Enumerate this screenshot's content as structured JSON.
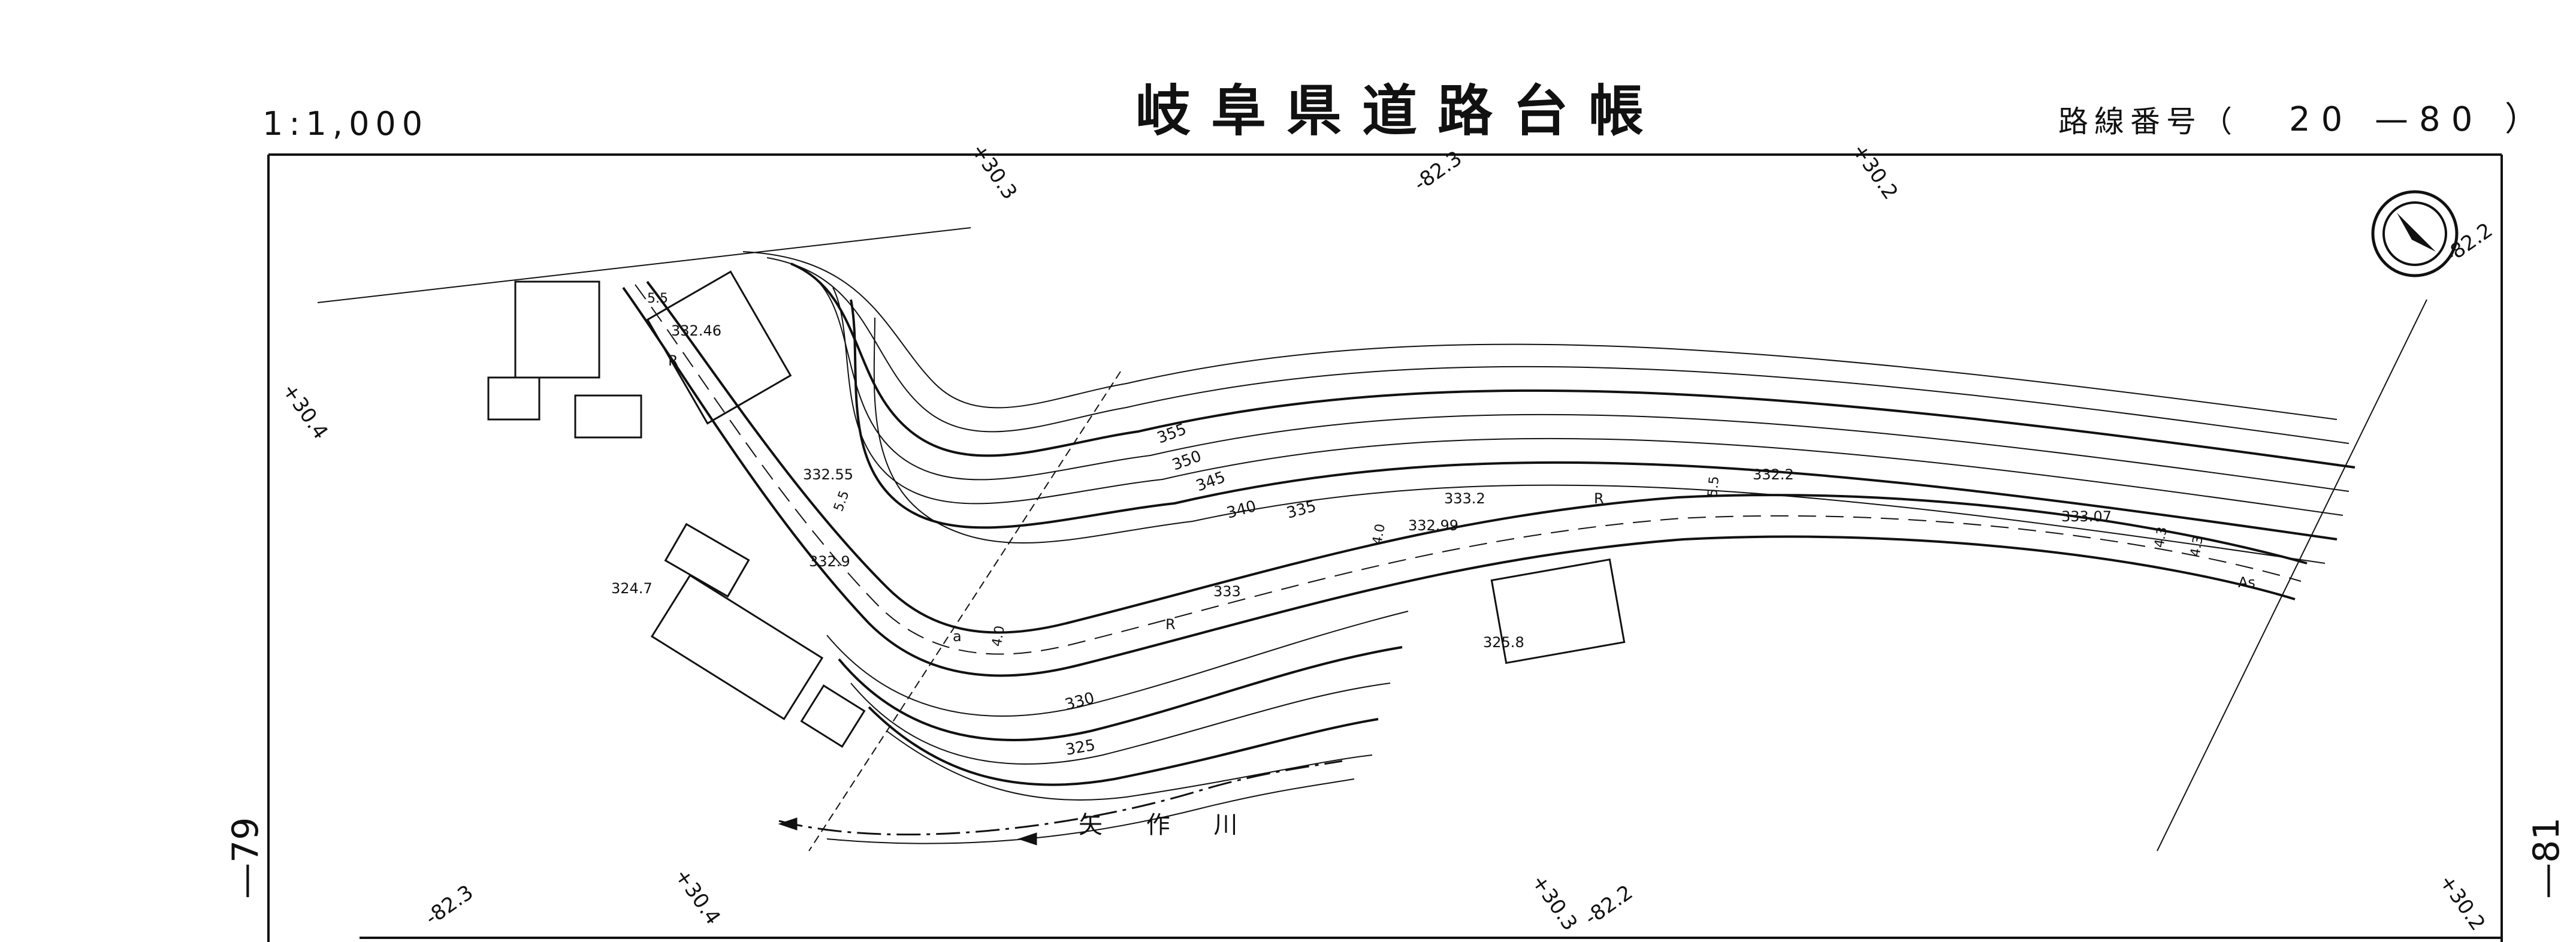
{
  "header": {
    "scale": "1:1,000",
    "title": "岐阜県道路台帳",
    "route_label": "路線番号（",
    "route_value": "20 —80",
    "route_close": "）"
  },
  "sheet_refs": {
    "left": "—79",
    "right": "—81"
  },
  "coordinates": {
    "top": [
      "+30.3",
      "-82.3",
      "+30.2"
    ],
    "top_right": "-82.2",
    "left": "+30.4",
    "bottom": [
      "-82.3",
      "+30.4",
      "+30.3",
      "-82.2",
      "+30.2"
    ]
  },
  "contours": [
    "355",
    "350",
    "345",
    "340",
    "335",
    "330",
    "325"
  ],
  "elevations": [
    "332.46",
    "332.55",
    "332.9",
    "324.7",
    "333.2",
    "332.99",
    "332.2",
    "333.07",
    "333",
    "325.8"
  ],
  "road_widths": [
    "5.5",
    "5.5",
    "4.0",
    "4.0",
    "5.5",
    "4.3",
    "4.3"
  ],
  "road_marks": [
    "R",
    "R",
    "R",
    "a",
    "As"
  ],
  "river": "矢 作 川",
  "north_arrow": "north-arrow",
  "colors": {
    "ink": "#111111",
    "paper": "#ffffff"
  }
}
